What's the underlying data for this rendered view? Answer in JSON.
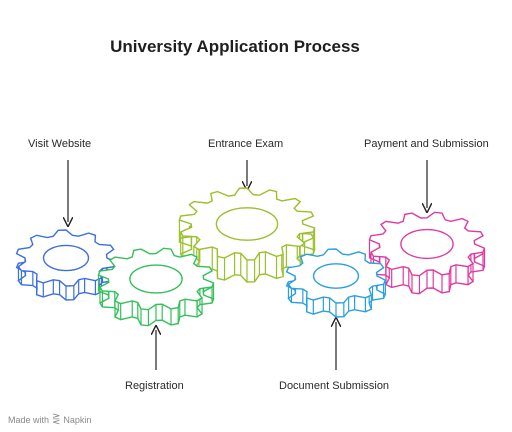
{
  "title": "University Application Process",
  "steps": {
    "visit_website": "Visit Website",
    "entrance_exam": "Entrance Exam",
    "payment_submission": "Payment and Submission",
    "registration": "Registration",
    "document_submission": "Document Submission"
  },
  "colors": {
    "visit_website": "#3d6fe0",
    "registration": "#33c05a",
    "entrance_exam": "#9ac02a",
    "document_submission": "#2aa0e0",
    "payment_submission": "#e03aa0"
  },
  "footer": {
    "made_with": "Made with",
    "brand": "Napkin",
    "brand_icon": "napkin-logo-icon"
  }
}
